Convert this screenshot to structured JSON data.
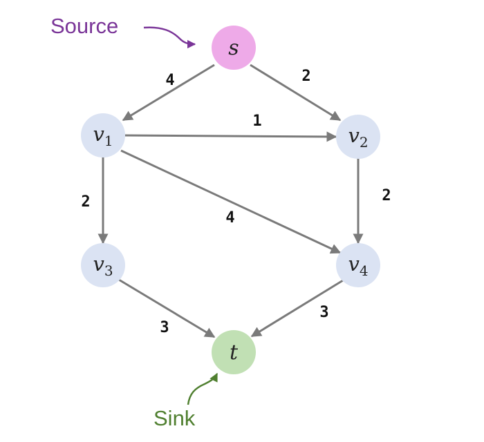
{
  "colors": {
    "edge": "#7a7a7a",
    "source_node": "#eeaae8",
    "sink_node": "#c1e0b4",
    "inner_node": "#dbe3f3",
    "source_annotation": "#7a3598",
    "sink_annotation": "#4f7f2f",
    "node_text": "#222222"
  },
  "annotations": {
    "source": "Source",
    "sink": "Sink"
  },
  "nodes": {
    "s": {
      "name": "s",
      "subscript": ""
    },
    "v1": {
      "name": "v",
      "subscript": "1"
    },
    "v2": {
      "name": "v",
      "subscript": "2"
    },
    "v3": {
      "name": "v",
      "subscript": "3"
    },
    "v4": {
      "name": "v",
      "subscript": "4"
    },
    "t": {
      "name": "t",
      "subscript": ""
    }
  },
  "edges": [
    {
      "id": "s-v1",
      "from": "s",
      "to": "v1",
      "capacity": "4"
    },
    {
      "id": "s-v2",
      "from": "s",
      "to": "v2",
      "capacity": "2"
    },
    {
      "id": "v1-v2",
      "from": "v1",
      "to": "v2",
      "capacity": "1"
    },
    {
      "id": "v1-v3",
      "from": "v1",
      "to": "v3",
      "capacity": "2"
    },
    {
      "id": "v1-v4",
      "from": "v1",
      "to": "v4",
      "capacity": "4"
    },
    {
      "id": "v2-v4",
      "from": "v2",
      "to": "v4",
      "capacity": "2"
    },
    {
      "id": "v3-t",
      "from": "v3",
      "to": "t",
      "capacity": "3"
    },
    {
      "id": "v4-t",
      "from": "v4",
      "to": "t",
      "capacity": "3"
    }
  ]
}
